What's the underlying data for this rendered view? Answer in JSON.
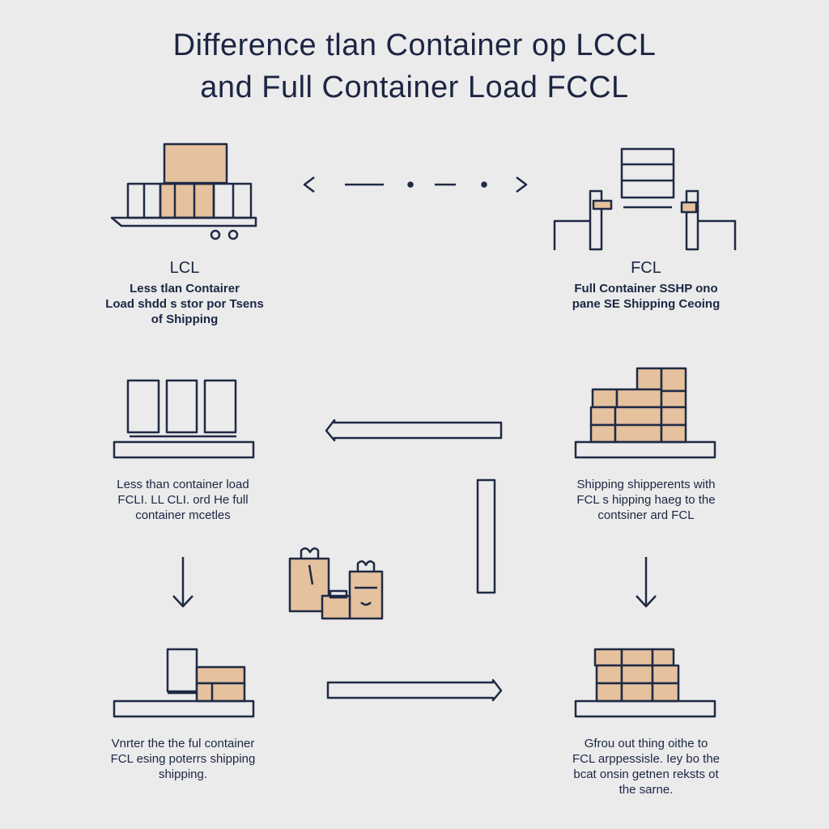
{
  "title": {
    "line1": "Difference tlan Container op LCCL",
    "line2": "and Full Container Load FCCL"
  },
  "lcl": {
    "heading": "LCL",
    "desc": [
      "Less tlan Contairer",
      "Load shdd s stor por Tsens",
      "of Shipping"
    ]
  },
  "fcl": {
    "heading": "FCL",
    "desc": [
      "Full Container SSHP ono",
      "pane SE Shipping Ceoing"
    ]
  },
  "mid_left": {
    "desc": [
      "Less than container load",
      "FCLI. LL CLI. ord He full",
      "container mcetles"
    ]
  },
  "mid_right": {
    "desc": [
      "Shipping shipperents with",
      "FCL s hipping haeg to the",
      "contsiner ard FCL"
    ]
  },
  "bottom_left": {
    "desc": [
      "Vnrter the the ful container",
      "FCL esing poterrs shipping",
      "shipping."
    ]
  },
  "bottom_right": {
    "desc": [
      "Gfrou out thing oithe to",
      "FCL arppessisle. Iey bo the",
      "bcat onsin getnen reksts ot",
      "the sarne."
    ]
  },
  "colors": {
    "line": "#1f2a44",
    "box_fill": "#e5c19e",
    "background": "#ebebec"
  }
}
